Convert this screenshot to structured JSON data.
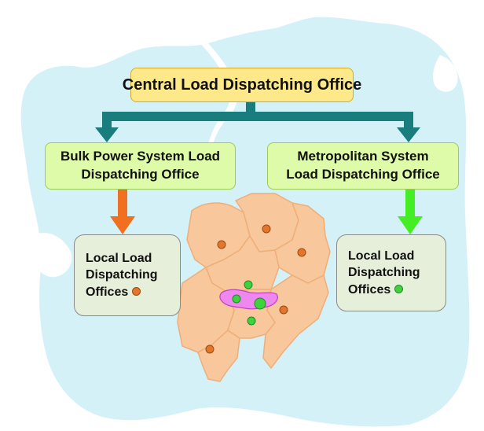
{
  "central": {
    "label": "Central Load Dispatching Office"
  },
  "bulk": {
    "line1": "Bulk Power System Load",
    "line2": "Dispatching Office"
  },
  "metro": {
    "line1": "Metropolitan System",
    "line2": "Load Dispatching Office"
  },
  "local_left": {
    "line1": "Local Load",
    "line2": "Dispatching",
    "line3": "Offices"
  },
  "local_right": {
    "line1": "Local Load",
    "line2": "Dispatching",
    "line3": "Offices"
  },
  "colors": {
    "sea_land": "#d4f1f8",
    "region_fill": "#f9c79c",
    "region_border": "#efae78",
    "metro_area": "#ee88ee",
    "teal_arrow": "#1a7d7d",
    "orange_arrow": "#f07020",
    "green_arrow": "#44ee22",
    "orange_office": "#e3762a",
    "green_office": "#3fd23f"
  }
}
